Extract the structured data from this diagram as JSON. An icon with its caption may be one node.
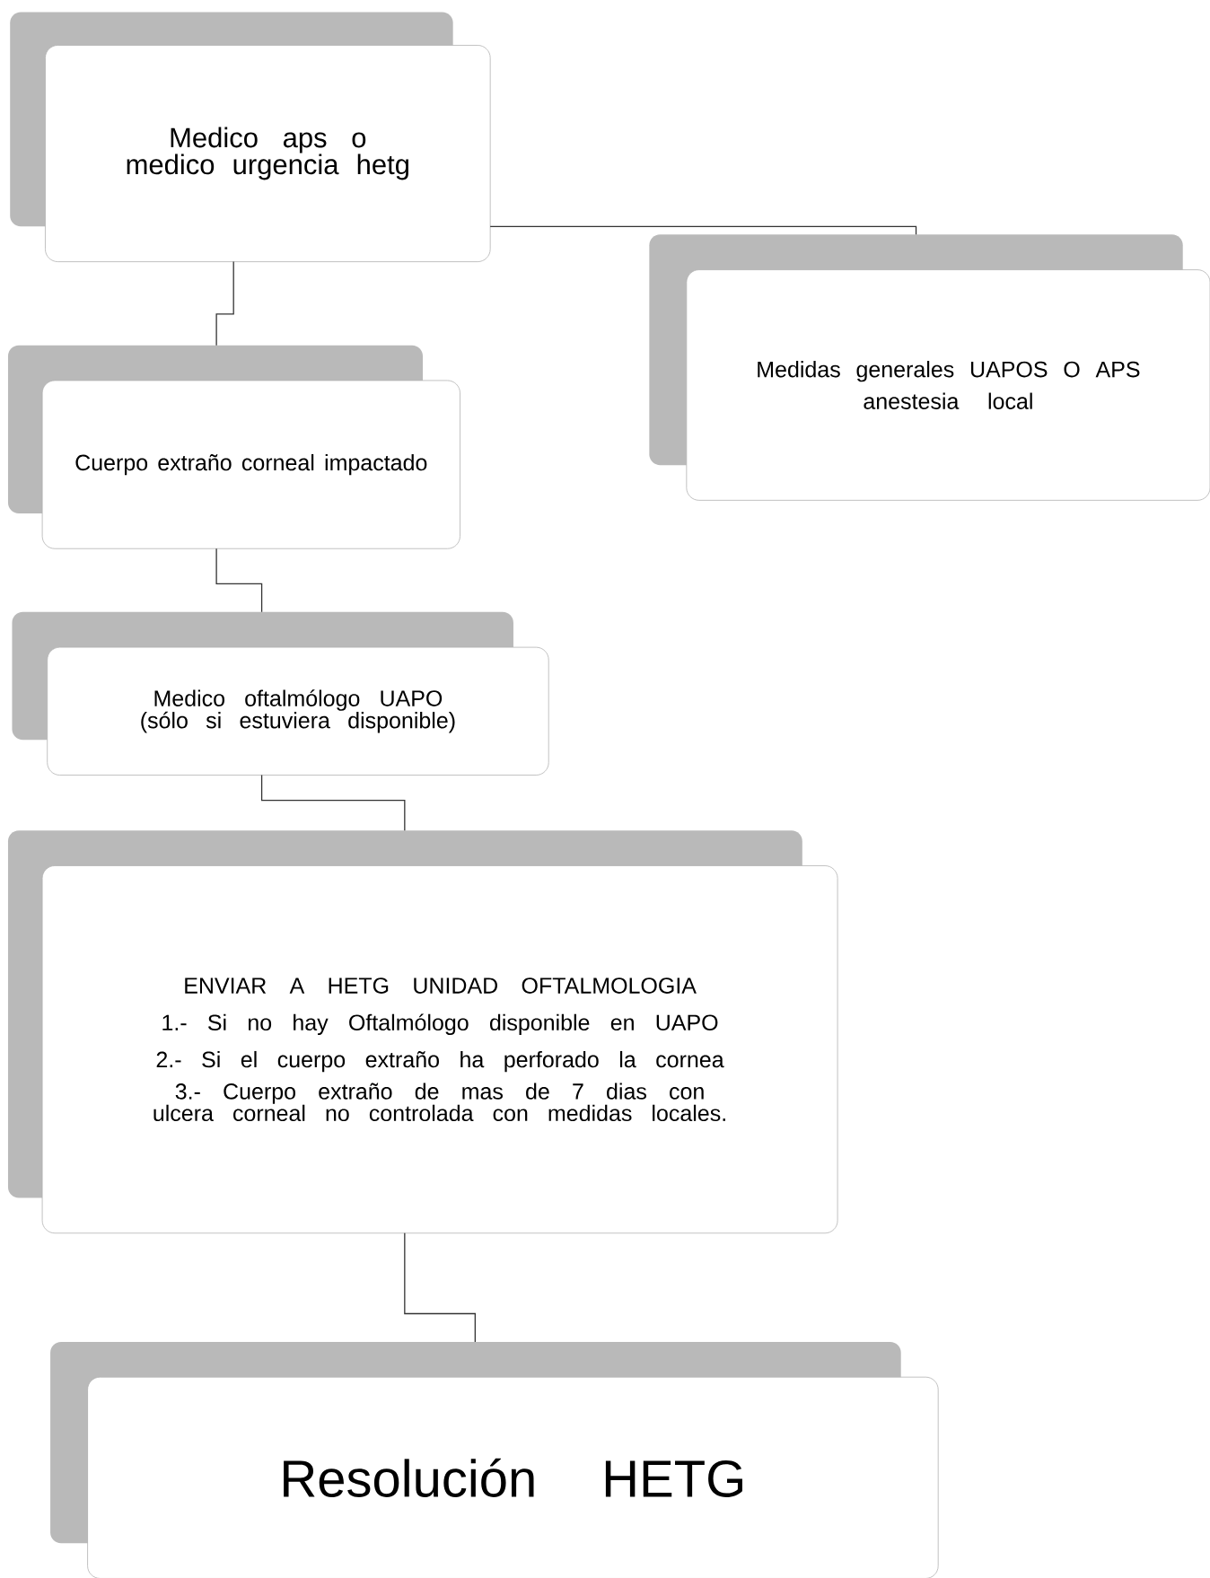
{
  "diagram": {
    "nodes": [
      {
        "text": [
          "Medico aps o medico urgencia hetg"
        ]
      },
      {
        "text": [
          "Medidas generales UAPOS O APS",
          "anestesia local"
        ]
      },
      {
        "text": [
          "Cuerpo extraño corneal impactado"
        ]
      },
      {
        "text": [
          "Medico oftalmólogo UAPO (sólo si estuviera disponible)"
        ]
      },
      {
        "text": [
          "ENVIAR A HETG UNIDAD OFTALMOLOGIA",
          "1.- Si no hay Oftalmólogo disponible en UAPO",
          "2.- Si el cuerpo extraño ha perforado la cornea",
          "3.- Cuerpo extraño de mas de 7 dias con ulcera corneal no controlada con medidas locales."
        ]
      },
      {
        "text": [
          "Resolución HETG"
        ]
      }
    ],
    "edges": [
      {
        "from": 0,
        "to": 1,
        "arrow": "none"
      },
      {
        "from": 0,
        "to": 2,
        "arrow": "none"
      },
      {
        "from": 2,
        "to": 3,
        "arrow": "none"
      },
      {
        "from": 3,
        "to": 4,
        "arrow": "none"
      },
      {
        "from": 4,
        "to": 5,
        "arrow": "none"
      }
    ]
  }
}
